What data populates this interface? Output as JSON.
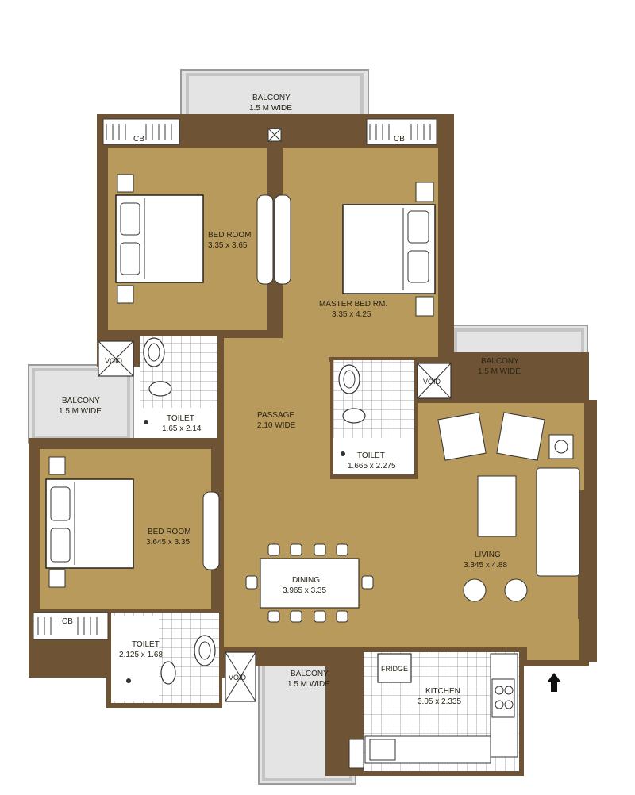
{
  "labels": {
    "balcony_top": {
      "name": "BALCONY",
      "size": "1.5 M WIDE"
    },
    "bedroom_1": {
      "name": "BED ROOM",
      "size": "3.35 x 3.65"
    },
    "master_bedroom": {
      "name": "MASTER BED RM.",
      "size": "3.35 x 4.25"
    },
    "balcony_right": {
      "name": "BALCONY",
      "size": "1.5 M WIDE"
    },
    "balcony_left": {
      "name": "BALCONY",
      "size": "1.5 M WIDE"
    },
    "toilet_1": {
      "name": "TOILET",
      "size": "1.65 x 2.14"
    },
    "passage": {
      "name": "PASSAGE",
      "size": "2.10 WIDE"
    },
    "toilet_2": {
      "name": "TOILET",
      "size": "1.665 x 2.275"
    },
    "bedroom_2": {
      "name": "BED ROOM",
      "size": "3.645 x 3.35"
    },
    "living": {
      "name": "LIVING",
      "size": "3.345 x 4.88"
    },
    "dining": {
      "name": "DINING",
      "size": "3.965 x 3.35"
    },
    "toilet_3": {
      "name": "TOILET",
      "size": "2.125 x 1.68"
    },
    "balcony_bottom": {
      "name": "BALCONY",
      "size": "1.5 M WIDE"
    },
    "kitchen": {
      "name": "KITCHEN",
      "size": "3.05 x 2.335"
    },
    "fridge": "FRIDGE",
    "cb": "CB",
    "void": "VOID"
  },
  "colors": {
    "wall": "#6e5434",
    "floor": "#b89a5c",
    "tile": "#ffffff",
    "tile_line": "#8a8a8a",
    "balcony": "#e4e4e4",
    "furniture": "#ffffff"
  },
  "icons": [
    "entry-arrow-icon",
    "void-cross-icon"
  ]
}
